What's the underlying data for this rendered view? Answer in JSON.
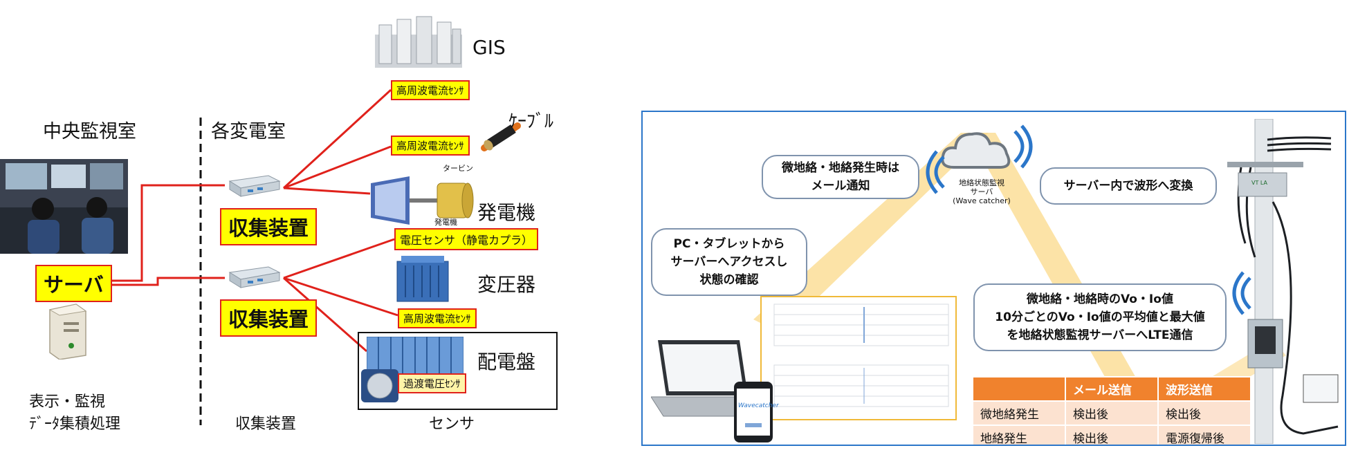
{
  "left": {
    "headers": {
      "central": "中央監視室",
      "substation": "各変電室"
    },
    "server_label": "サーバ",
    "collectors": [
      "収集装置",
      "収集装置"
    ],
    "equipment": {
      "gis": "GIS",
      "cable": "ｹｰﾌﾞﾙ",
      "turbine": "タービン",
      "generator_small": "発電機",
      "generator": "発電機",
      "transformer": "変圧器",
      "switchboard": "配電盤"
    },
    "sensors": {
      "hf1": "高周波電流ｾﾝｻ",
      "hf2": "高周波電流ｾﾝｻ",
      "voltage": "電圧センサ（静電カプラ）",
      "hf3": "高周波電流ｾﾝｻ",
      "transient": "過渡電圧ｾﾝｻ"
    },
    "bottom": {
      "display_line1": "表示・監視",
      "display_line2": "ﾃﾞｰﾀ集積処理",
      "collector": "収集装置",
      "sensor": "センサ"
    },
    "colors": {
      "wire": "#e0211b",
      "highlight": "#ffff00"
    }
  },
  "right": {
    "bubbles": {
      "mail": [
        "微地絡・地絡発生時は",
        "メール通知"
      ],
      "convert": "サーバー内で波形へ変換",
      "pc": [
        "PC・タブレットから",
        "サーバーへアクセスし",
        "状態の確認"
      ],
      "values": [
        "微地絡・地絡時のVo・Io値",
        "10分ごとのVo・Io値の平均値と最大値",
        "を地絡状態監視サーバーへLTE通信"
      ]
    },
    "cloud_label": [
      "地絡状態監視",
      "サーバ",
      "(Wave catcher)"
    ],
    "phone_app": "Wavecatcher",
    "pole_label": "VT LA",
    "table": {
      "headers": [
        "",
        "メール送信",
        "波形送信"
      ],
      "rows": [
        [
          "微地絡発生",
          "検出後",
          "検出後"
        ],
        [
          "地絡発生",
          "検出後",
          "電源復帰後"
        ]
      ]
    },
    "colors": {
      "frame": "#2b76c9",
      "table_header": "#f0822d",
      "table_cell": "#fce2d0",
      "beam": "#fbd98a"
    }
  }
}
